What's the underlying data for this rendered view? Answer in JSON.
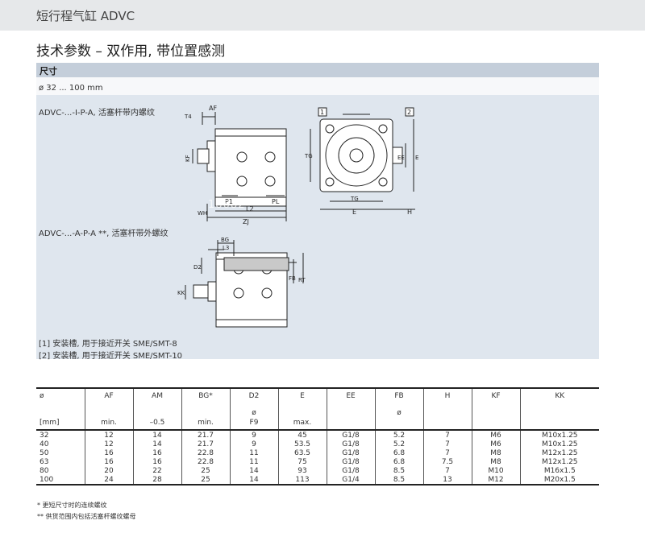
{
  "header": {
    "title": "短行程气缸 ADVC"
  },
  "section": {
    "title": "技术参数 – 双作用, 带位置感测"
  },
  "panel": {
    "heading": "尺寸",
    "range": "ø 32 ... 100 mm",
    "variant1": "ADVC-...-I-P-A, 活塞杆带内螺纹",
    "variant2": "ADVC-...-A-P-A **, 活塞杆带外螺纹",
    "note1": "[1]   安装槽, 用于接近开关 SME/SMT-8",
    "note2": "[2]   安装槽, 用于接近开关 SME/SMT-10",
    "watermark": "18682",
    "labels": {
      "AF": "AF",
      "T4": "T4",
      "KF": "KF",
      "P1": "P1",
      "PL": "PL",
      "L2": "L2",
      "WH": "WH",
      "ZJ": "ZJ",
      "TG": "TG",
      "E": "E",
      "EE": "EE",
      "H": "H",
      "BG": "BG",
      "L3": "L3",
      "D2": "D2",
      "KK": "KK",
      "FB": "FB",
      "RT": "RT",
      "n1": "1",
      "n2": "2"
    }
  },
  "table": {
    "headers": [
      "ø",
      "AF",
      "AM",
      "BG*",
      "D2",
      "E",
      "EE",
      "FB",
      "H",
      "KF",
      "KK"
    ],
    "sub1": [
      "",
      "",
      "",
      "",
      "ø",
      "",
      "",
      "ø",
      "",
      "",
      ""
    ],
    "sub2": [
      "[mm]",
      "min.",
      "–0.5",
      "min.",
      "F9",
      "max.",
      "",
      "",
      "",
      "",
      ""
    ],
    "rows": [
      [
        "32",
        "12",
        "14",
        "21.7",
        "9",
        "45",
        "G1/8",
        "5.2",
        "7",
        "M6",
        "M10x1.25"
      ],
      [
        "40",
        "12",
        "14",
        "21.7",
        "9",
        "53.5",
        "G1/8",
        "5.2",
        "7",
        "M6",
        "M10x1.25"
      ],
      [
        "50",
        "16",
        "16",
        "22.8",
        "11",
        "63.5",
        "G1/8",
        "6.8",
        "7",
        "M8",
        "M12x1.25"
      ],
      [
        "63",
        "16",
        "16",
        "22.8",
        "11",
        "75",
        "G1/8",
        "6.8",
        "7.5",
        "M8",
        "M12x1.25"
      ],
      [
        "80",
        "20",
        "22",
        "25",
        "14",
        "93",
        "G1/8",
        "8.5",
        "7",
        "M10",
        "M16x1.5"
      ],
      [
        "100",
        "24",
        "28",
        "25",
        "14",
        "113",
        "G1/4",
        "8.5",
        "13",
        "M12",
        "M20x1.5"
      ]
    ]
  },
  "footnotes": {
    "f1": "*    更短尺寸时的连续螺纹",
    "f2": "**   供货范围内包括活塞杆螺纹螺母"
  }
}
